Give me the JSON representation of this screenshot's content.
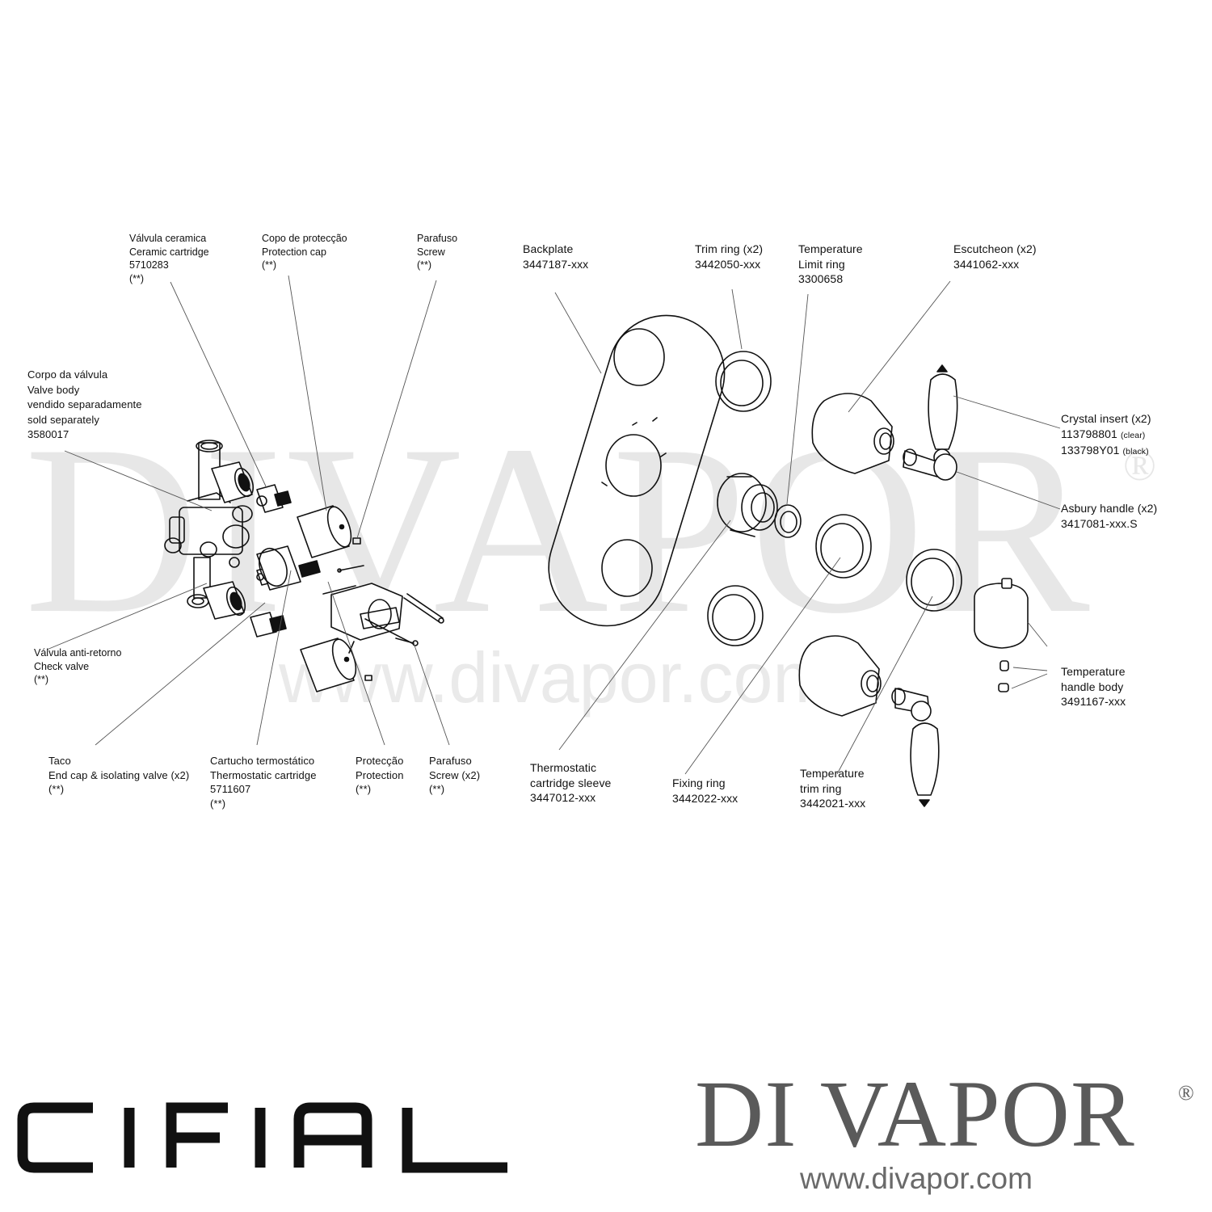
{
  "watermark": {
    "text": "DIVAPOR",
    "registered": "®",
    "url": "www.divapor.com"
  },
  "valve_labels": {
    "ceramic": [
      "Válvula ceramica",
      "Ceramic cartridge",
      "5710283",
      "(**)"
    ],
    "cap": [
      "Copo de protecção",
      "Protection cap",
      "(**)"
    ],
    "screw_top": [
      "Parafuso",
      "Screw",
      "(**)"
    ],
    "body": [
      "Corpo da válvula",
      "Valve body",
      "vendido separadamente",
      "sold separately",
      "3580017"
    ],
    "check": [
      "Válvula anti-retorno",
      "Check valve",
      "(**)"
    ],
    "taco": [
      "Taco",
      "End cap & isolating valve (x2)",
      "(**)"
    ],
    "thermo": [
      "Cartucho termostático",
      "Thermostatic cartridge",
      "5711607",
      "(**)"
    ],
    "protection": [
      "Protecção",
      "Protection",
      "(**)"
    ],
    "screw_bottom": [
      "Parafuso",
      "Screw (x2)",
      "(**)"
    ]
  },
  "trim_labels": {
    "backplate": [
      "Backplate",
      "3447187-xxx"
    ],
    "trim_ring": [
      "Trim ring (x2)",
      "3442050-xxx"
    ],
    "limit_ring": [
      "Temperature",
      "Limit ring",
      "3300658"
    ],
    "escutcheon": [
      "Escutcheon (x2)",
      "3441062-xxx"
    ],
    "crystal": {
      "title": "Crystal insert (x2)",
      "code1": "113798801",
      "code1_note": "(clear)",
      "code2": "133798Y01",
      "code2_note": "(black)"
    },
    "asbury": [
      "Asbury handle (x2)",
      "3417081-xxx.S"
    ],
    "temp_handle": [
      "Temperature",
      "handle body",
      "3491167-xxx"
    ],
    "sleeve": [
      "Thermostatic",
      "cartridge sleeve",
      "3447012-xxx"
    ],
    "fixing_ring": [
      "Fixing ring",
      "3442022-xxx"
    ],
    "temp_trim": [
      "Temperature",
      "trim ring",
      "3442021-xxx"
    ]
  },
  "footer": {
    "left_brand": "CIFIAL",
    "right_brand": "DI VAPOR",
    "right_registered": "®",
    "right_url": "www.divapor.com"
  }
}
